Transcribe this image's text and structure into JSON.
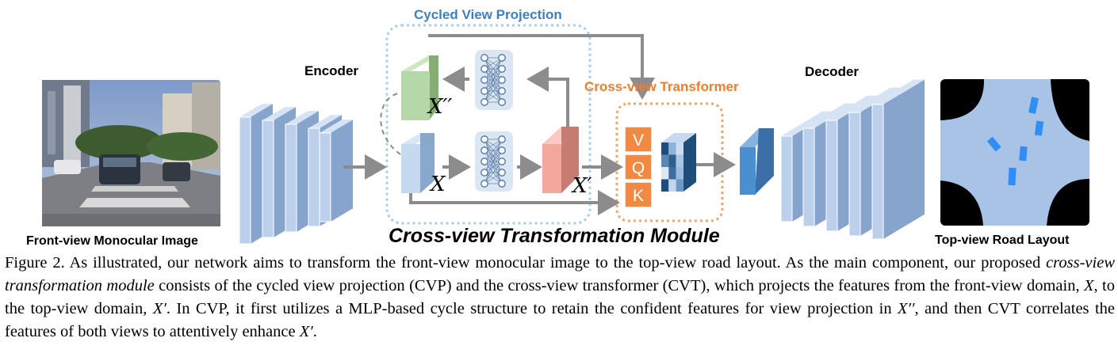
{
  "figure": {
    "labels": {
      "front_view": "Front-view Monocular Image",
      "encoder": "Encoder",
      "cycled_view_projection": "Cycled View Projection",
      "cross_view_transformer": "Cross-view Transformer",
      "module_title": "Cross-view Transformation Module",
      "decoder": "Decoder",
      "top_view": "Top-view Road Layout",
      "x": "X",
      "x_prime": "X′",
      "x_double_prime": "X′′",
      "v": "V",
      "q": "Q",
      "k": "K"
    },
    "colors": {
      "encoder_blue": "#a9c3e6",
      "cvp_border": "#a9cde9",
      "cvt_border": "#f0a46b",
      "cvp_title": "#3f7fbf",
      "cvt_title": "#ec7d31",
      "green_block": "#b6d7a8",
      "red_block": "#f4a79d",
      "qkv_orange": "#f08a42",
      "road_blue": "#a9c3e6",
      "arrow_gray": "#8c8c8c"
    }
  },
  "caption": {
    "label": "Figure 2.",
    "p1": " As illustrated, our network aims to transform the front-view monocular image to the top-view road layout. As the main component, our proposed ",
    "p1_em": "cross-view transformation module",
    "p2": " consists of the cycled view projection (CVP) and the cross-view transformer (CVT), which projects the features from the front-view domain, ",
    "x1": "X",
    "p3": ", to the top-view domain, ",
    "x2": "X′",
    "p4": ". In CVP, it first utilizes a MLP-based cycle structure to retain the confident features for view projection in ",
    "x3": "X′′",
    "p5": ", and then CVT correlates the features of both views to attentively enhance ",
    "x4": "X′",
    "p6": "."
  }
}
